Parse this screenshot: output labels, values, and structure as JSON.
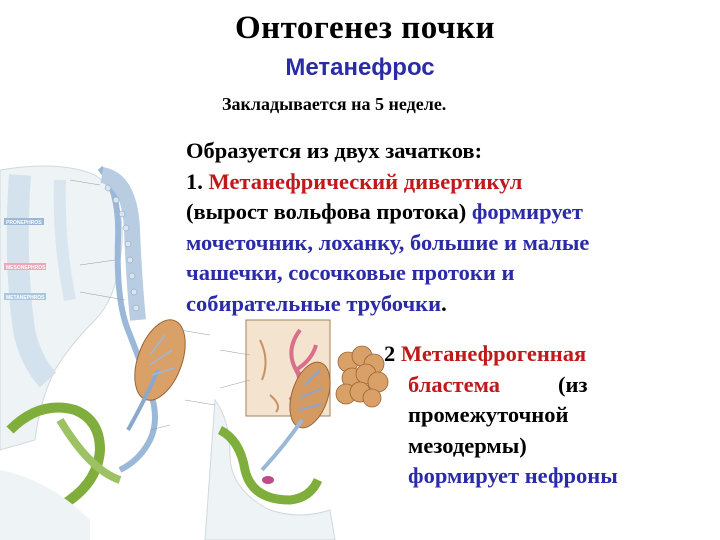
{
  "title": "Онтогенез почки",
  "subtitle": "Метанефрос",
  "laid_down": "Закладывается на 5 неделе.",
  "para1": {
    "line1": "Образуется из двух зачатков:",
    "line2_num": "1. ",
    "line2_red": "Метанефрический дивертикул",
    "line3_a": "(вырост вольфова протока) ",
    "line3_b": "формирует",
    "line4": "мочеточник, лоханку, большие и малые",
    "line5": "чашечки, сосочковые протоки и",
    "line6_a": "собирательные трубочки",
    "line6_dot": "."
  },
  "para2": {
    "num": "2 ",
    "line1": "Метанефрогенная",
    "line2_a": "бластема",
    "line2_b": "(из",
    "line3": "промежуточной",
    "line4": "мезодермы)",
    "line5": "формирует нефроны"
  },
  "colors": {
    "text": "#000000",
    "red": "#c0191b",
    "blue": "#2b2ba8",
    "diagram_blue": "#9bb8d8",
    "diagram_green": "#7fae3c",
    "diagram_brown": "#c58a4e",
    "diagram_pink": "#e8a8b8"
  },
  "figure": {
    "legend": [
      "PRONEPHROS",
      "MESONEPHROS",
      "METANEPHROS"
    ]
  }
}
